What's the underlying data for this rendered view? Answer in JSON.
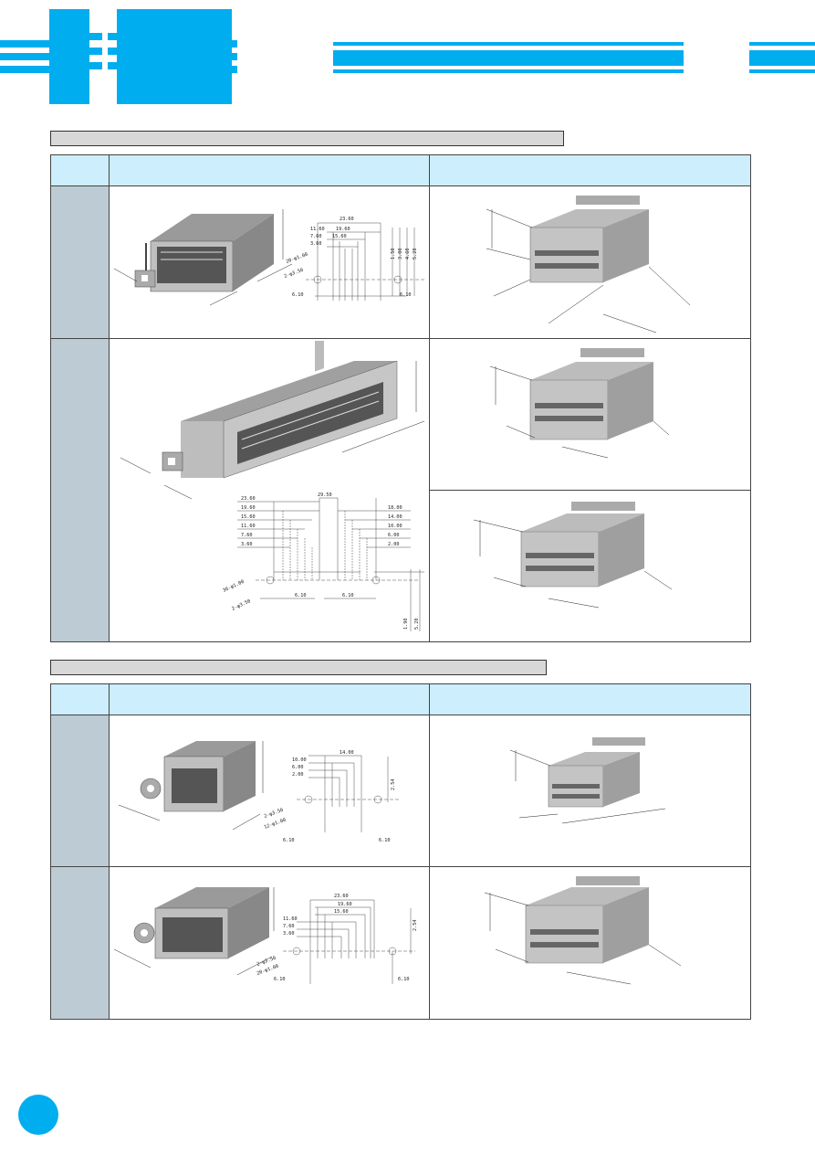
{
  "colors": {
    "brand": "#00adef",
    "header_cell": "#cdeefc",
    "side_cell": "#bdccd4",
    "section_bar": "#d8d8d8"
  },
  "drawings": {
    "a1": {
      "labels": [
        "23.60",
        "19.60",
        "15.60",
        "11.60",
        "7.60",
        "3.60",
        "20-φ1.00",
        "2-φ3.50",
        "6.10",
        "6.10",
        "1.50",
        "3.00",
        "4.60",
        "5.20"
      ]
    },
    "b1": {
      "labels": [
        "29.50",
        "23.60",
        "19.60",
        "15.60",
        "11.60",
        "7.60",
        "3.60",
        "18.00",
        "14.00",
        "10.00",
        "6.00",
        "2.00",
        "36-φ1.00",
        "2-φ3.50",
        "6.10",
        "6.10",
        "1.90",
        "5.20"
      ]
    },
    "c1": {
      "labels": [
        "14.00",
        "10.00",
        "6.00",
        "2.00",
        "2.54",
        "2-φ3.50",
        "12-φ1.00",
        "6.10",
        "6.10"
      ]
    },
    "d1": {
      "labels": [
        "23.60",
        "19.60",
        "15.60",
        "11.60",
        "7.60",
        "3.60",
        "2.54",
        "2-φ3.50",
        "20-φ1.00",
        "6.10",
        "6.10"
      ]
    }
  }
}
